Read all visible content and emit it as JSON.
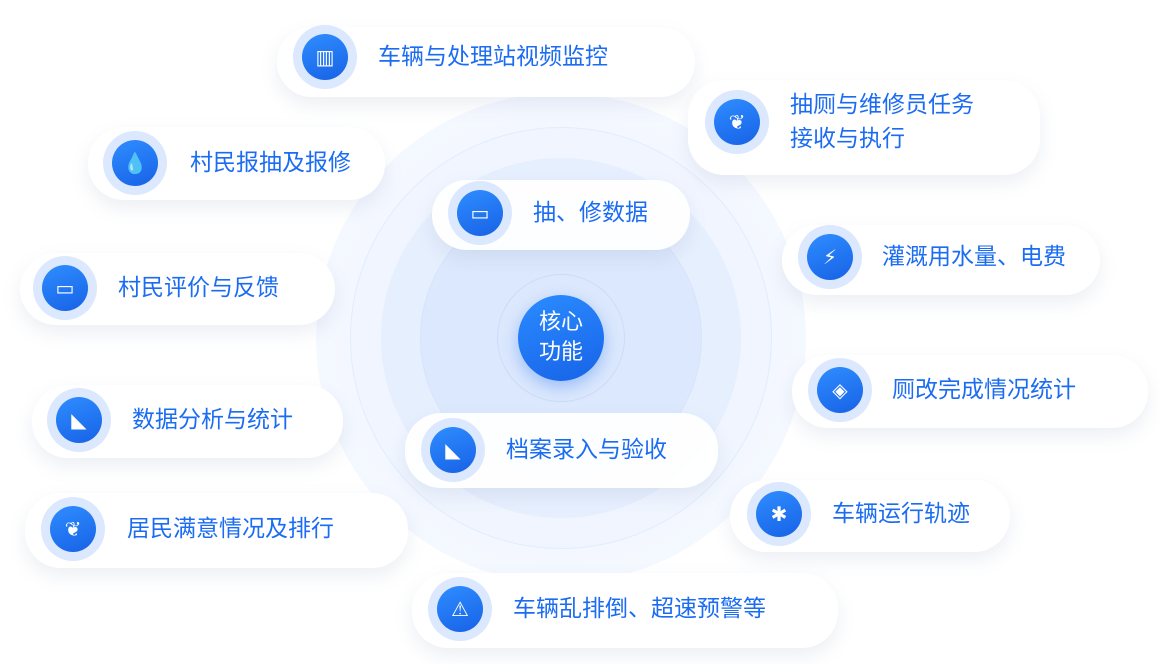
{
  "center": {
    "line1": "核心",
    "line2": "功能"
  },
  "features": [
    {
      "label": "车辆与处理站视频监控",
      "icon": "road-icon",
      "glyph": "▥"
    },
    {
      "label": "村民报抽及报修",
      "icon": "water-drop-icon",
      "glyph": "💧"
    },
    {
      "label": "抽、修数据",
      "icon": "monitor-chart-icon",
      "glyph": "▭"
    },
    {
      "label": "抽厕与维修员任务",
      "label2": "接收与执行",
      "icon": "leaf-icon",
      "glyph": "❦"
    },
    {
      "label": "灌溉用水量、电费",
      "icon": "lightning-icon",
      "glyph": "⚡"
    },
    {
      "label": "村民评价与反馈",
      "icon": "monitor-chart-icon",
      "glyph": "▭"
    },
    {
      "label": "厕改完成情况统计",
      "icon": "tag-icon",
      "glyph": "◈"
    },
    {
      "label": "数据分析与统计",
      "icon": "camera-icon",
      "glyph": "◣"
    },
    {
      "label": "档案录入与验收",
      "icon": "camera-icon",
      "glyph": "◣"
    },
    {
      "label": "车辆运行轨迹",
      "icon": "bug-icon",
      "glyph": "✱"
    },
    {
      "label": "居民满意情况及排行",
      "icon": "leaf-icon",
      "glyph": "❦"
    },
    {
      "label": "车辆乱排倒、超速预警等",
      "icon": "alarm-icon",
      "glyph": "⚠"
    }
  ]
}
